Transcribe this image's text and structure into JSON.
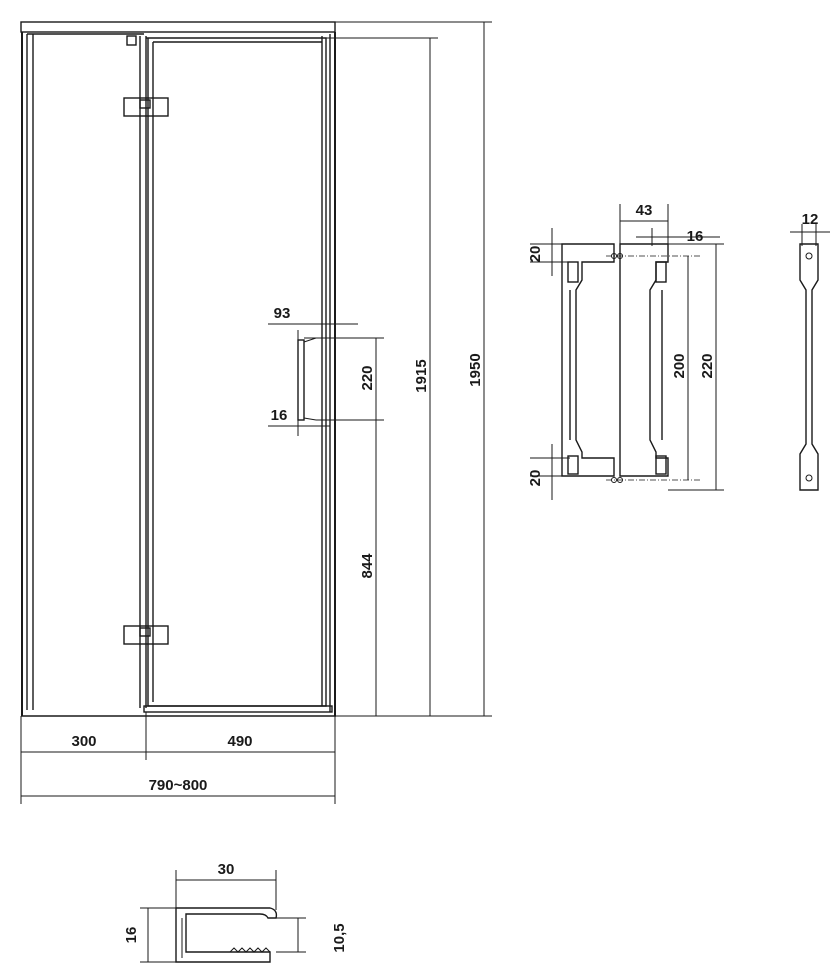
{
  "colors": {
    "line": "#1a1a1a",
    "background": "#ffffff"
  },
  "door_elevation": {
    "dims": {
      "fixed_panel_width": "300",
      "door_width": "490",
      "total_width": "790~800",
      "total_height": "1950",
      "glass_height": "1915",
      "handle_height_from_floor": "844",
      "handle_length": "220",
      "handle_projection": "93",
      "handle_offset": "16"
    }
  },
  "handle_detail": {
    "dims": {
      "projection": "43",
      "bar_thickness": "16",
      "top_mount": "20",
      "bottom_mount": "20",
      "grip_length": "200",
      "overall_length": "220"
    }
  },
  "handle_side": {
    "dims": {
      "width": "12"
    }
  },
  "profile_section": {
    "dims": {
      "width": "30",
      "height": "16",
      "inner_height": "10,5"
    }
  }
}
